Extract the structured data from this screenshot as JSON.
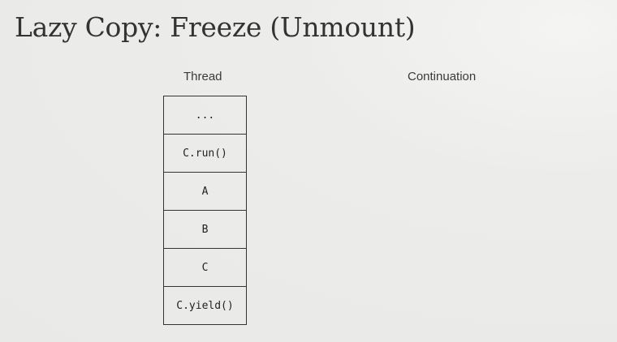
{
  "slide": {
    "title": "Lazy Copy: Freeze (Unmount)",
    "thread_label": "Thread",
    "continuation_label": "Continuation",
    "thread_stack": [
      "...",
      "C.run()",
      "A",
      "B",
      "C",
      "C.yield()"
    ],
    "colors": {
      "background": "#ebebe9",
      "text": "#333333",
      "border": "#333333"
    }
  }
}
